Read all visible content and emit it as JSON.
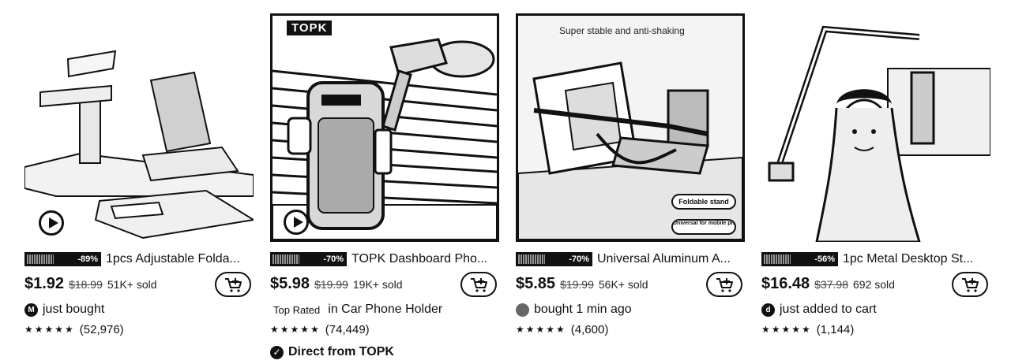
{
  "products": [
    {
      "deal_badge": "-89%",
      "title": "1pcs Adjustable Folda...",
      "price": "$1.92",
      "original_price": "$18.99",
      "sold": "51K+ sold",
      "activity_icon_letter": "M",
      "activity": "just bought",
      "stars": "★★★★★",
      "reviews": "(52,976)"
    },
    {
      "image_brand": "TOPK",
      "deal_badge": "-70%",
      "title": "TOPK Dashboard Pho...",
      "price": "$5.98",
      "original_price": "$19.99",
      "sold": "19K+ sold",
      "top_rated_label": "Top Rated",
      "top_rated_category": "in Car Phone Holder",
      "stars": "★★★★★",
      "reviews": "(74,449)",
      "direct_from": "Direct from TOPK"
    },
    {
      "image_caption": "Super stable and anti-shaking",
      "deal_badge": "-70%",
      "title": "Universal Aluminum A...",
      "price": "$5.85",
      "original_price": "$19.99",
      "sold": "56K+ sold",
      "activity": "bought 1 min ago",
      "stars": "★★★★★",
      "reviews": "(4,600)",
      "image_badges": [
        "Foldable stand",
        "Universal for mobile phones/ pads"
      ]
    },
    {
      "deal_badge": "-56%",
      "title": "1pc Metal Desktop St...",
      "price": "$16.48",
      "original_price": "$37.98",
      "sold": "692 sold",
      "activity_icon_letter": "d",
      "activity": "just added to cart",
      "stars": "★★★★★",
      "reviews": "(1,144)"
    }
  ],
  "icons": {
    "cart": "add-to-cart-icon",
    "play": "play-icon",
    "star": "star-icon",
    "verified": "verified-badge-icon"
  },
  "colors": {
    "text": "#111111",
    "background": "#ffffff",
    "muted": "#444444"
  }
}
